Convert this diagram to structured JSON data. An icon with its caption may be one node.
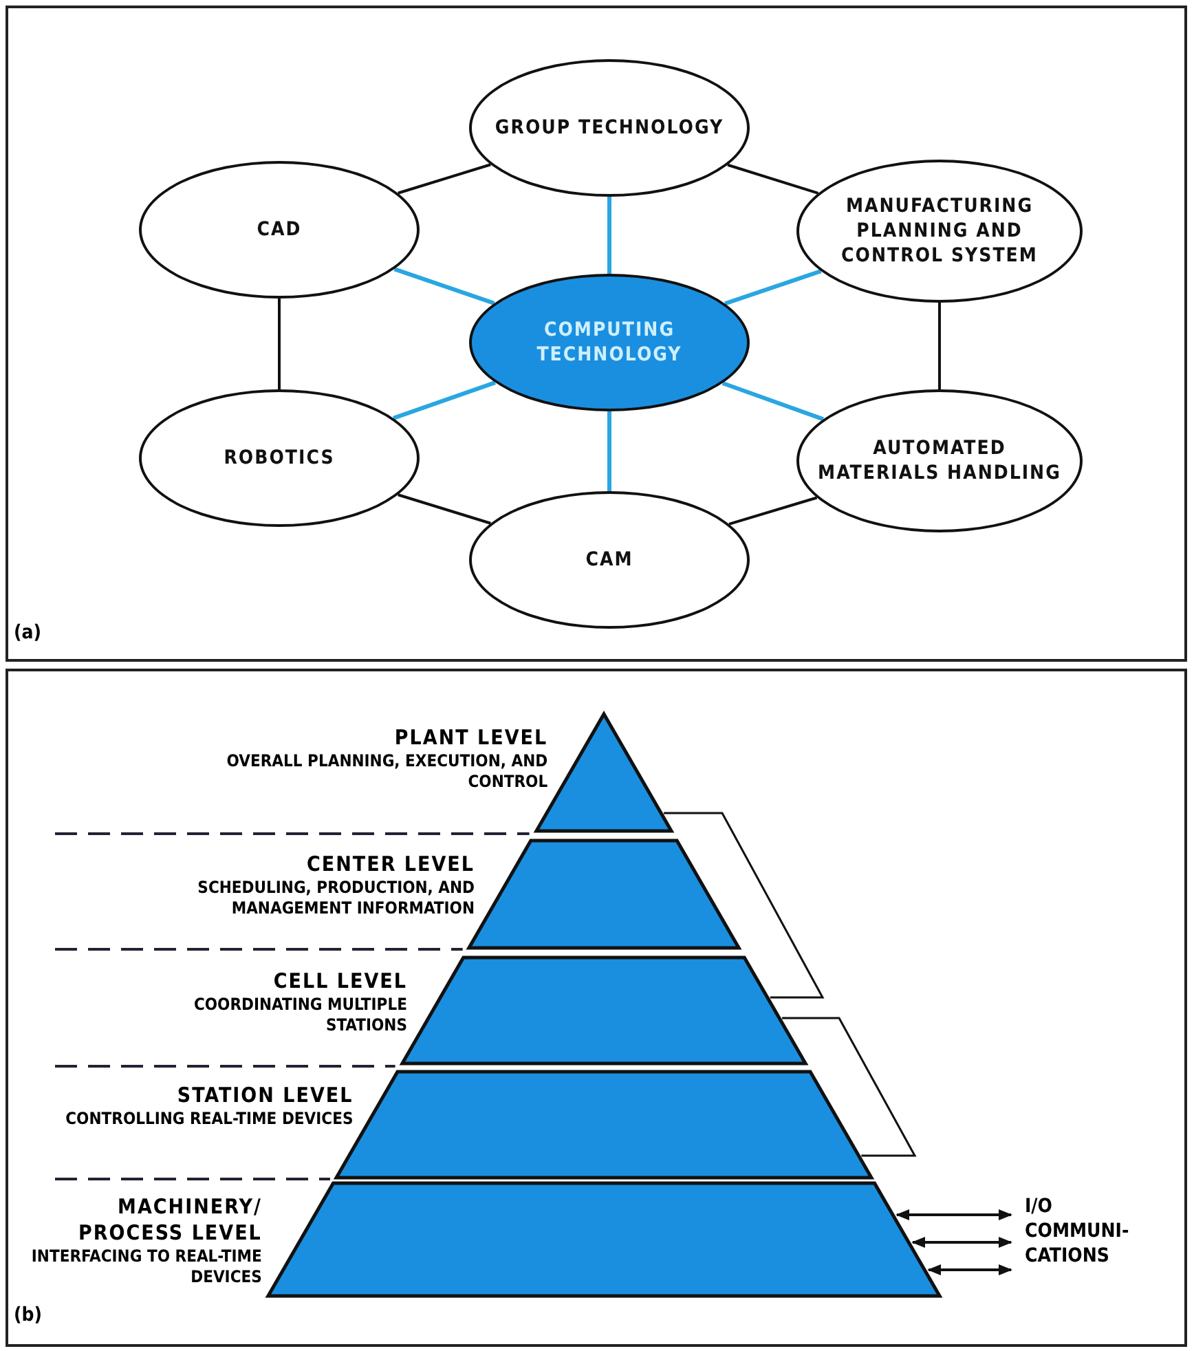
{
  "diagram": {
    "nodes": [
      {
        "text": [
          "GROUP TECHNOLOGY"
        ]
      },
      {
        "text": [
          "CAD"
        ]
      },
      {
        "text": [
          "MANUFACTURING PLANNING AND CONTROL SYSTEM"
        ]
      },
      {
        "text": [
          "COMPUTING TECHNOLOGY"
        ]
      },
      {
        "text": [
          "ROBOTICS"
        ]
      },
      {
        "text": [
          "AUTOMATED MATERIALS HANDLING"
        ]
      },
      {
        "text": [
          "CAM"
        ]
      },
      {
        "text": [
          "PLANT LEVEL",
          "OVERALL PLANNING, EXECUTION, AND CONTROL"
        ]
      },
      {
        "text": [
          "CENTER LEVEL",
          "SCHEDULING, PRODUCTION, AND MANAGEMENT INFORMATION"
        ]
      },
      {
        "text": [
          "CELL LEVEL",
          "COORDINATING MULTIPLE STATIONS"
        ]
      },
      {
        "text": [
          "STATION LEVEL",
          "CONTROLLING REAL-TIME DEVICES"
        ]
      },
      {
        "text": [
          "MACHINERY/ PROCESS LEVEL",
          "INTERFACING TO REAL-TIME DEVICES"
        ]
      },
      {
        "text": [
          "I/O COMMUNI-CATIONS"
        ]
      }
    ],
    "edges": [
      {
        "from": 0,
        "to": 2,
        "arrow": "none"
      },
      {
        "from": 2,
        "to": 5,
        "arrow": "none"
      },
      {
        "from": 5,
        "to": 6,
        "arrow": "none"
      },
      {
        "from": 6,
        "to": 4,
        "arrow": "none"
      },
      {
        "from": 4,
        "to": 1,
        "arrow": "none"
      },
      {
        "from": 1,
        "to": 0,
        "arrow": "none"
      },
      {
        "from": 3,
        "to": 0,
        "arrow": "none",
        "color": "#2aa6e0"
      },
      {
        "from": 3,
        "to": 2,
        "arrow": "none",
        "color": "#2aa6e0"
      },
      {
        "from": 3,
        "to": 5,
        "arrow": "none",
        "color": "#2aa6e0"
      },
      {
        "from": 3,
        "to": 6,
        "arrow": "none",
        "color": "#2aa6e0"
      },
      {
        "from": 3,
        "to": 4,
        "arrow": "none",
        "color": "#2aa6e0"
      },
      {
        "from": 3,
        "to": 1,
        "arrow": "none",
        "color": "#2aa6e0"
      },
      {
        "from": 11,
        "to": 12,
        "arrow": "both"
      },
      {
        "from": 11,
        "to": 12,
        "arrow": "both"
      },
      {
        "from": 11,
        "to": 12,
        "arrow": "both"
      }
    ],
    "labels": [
      "(a)",
      "(b)"
    ]
  }
}
